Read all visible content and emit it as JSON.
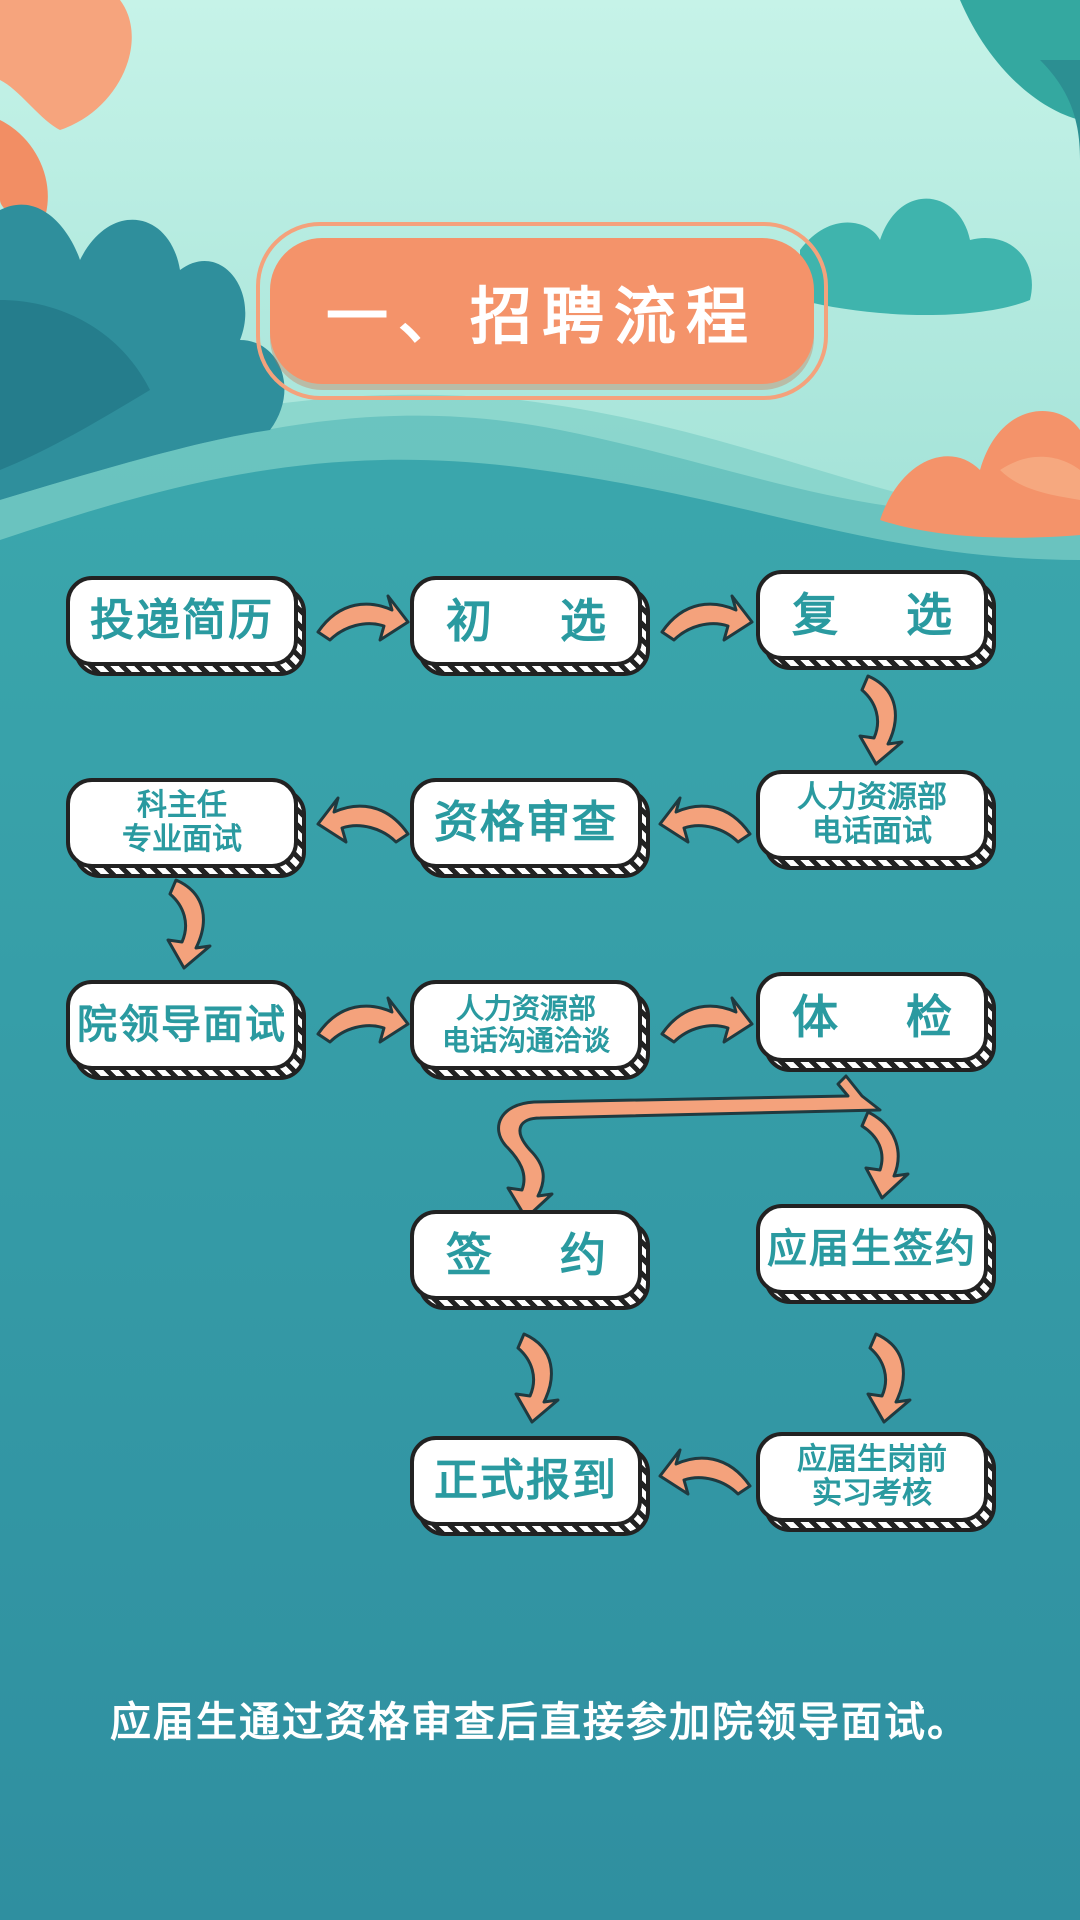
{
  "title": "一、招聘流程",
  "steps": {
    "submit_resume": "投递简历",
    "initial_screening": "初 选",
    "second_screening": "复 选",
    "hr_phone_interview": "人力资源部\n电话面试",
    "qualification_review": "资格审查",
    "department_director_interview": "科主任\n专业面试",
    "hospital_leader_interview": "院领导面试",
    "hr_phone_negotiation": "人力资源部\n电话沟通洽谈",
    "physical_exam": "体 检",
    "sign_contract": "签 约",
    "graduate_sign_contract": "应届生签约",
    "formal_report": "正式报到",
    "graduate_internship_assessment": "应届生岗前\n实习考核"
  },
  "footnote": "应届生通过资格审查后直接参加院领导面试。",
  "colors": {
    "teal": "#3aa3a7",
    "mint": "#bfeee4",
    "orange": "#f4936a",
    "text_teal": "#2a9aa0"
  }
}
